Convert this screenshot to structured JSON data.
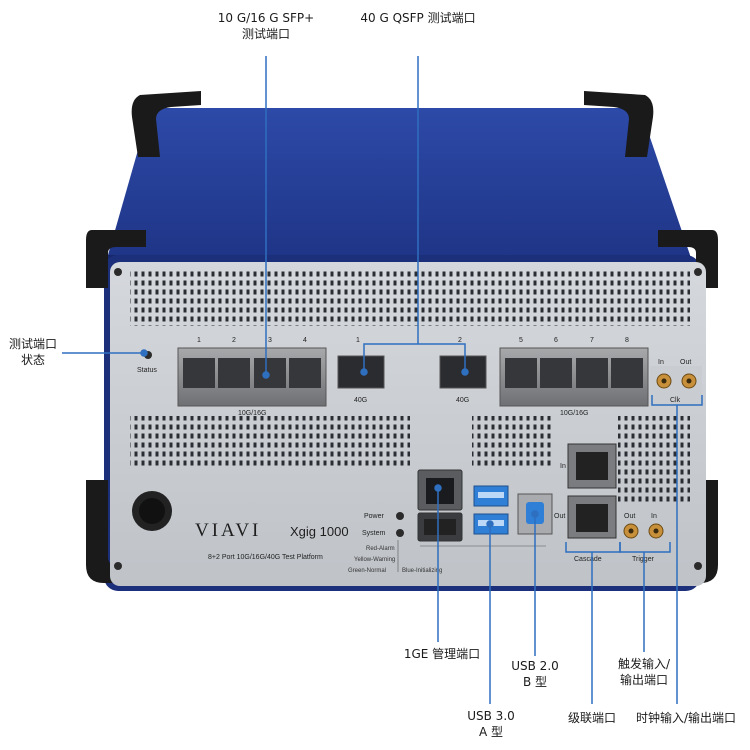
{
  "callouts": {
    "sfp": {
      "line1": "10 G/16 G SFP+",
      "line2": "测试端口"
    },
    "qsfp": {
      "line1": "40 G QSFP 测试端口"
    },
    "status": {
      "line1": "测试端口",
      "line2": "状态"
    },
    "mgmt": {
      "line1": "1GE 管理端口"
    },
    "usb3": {
      "line1": "USB 3.0",
      "line2": "A 型"
    },
    "usb2": {
      "line1": "USB 2.0",
      "line2": "B 型"
    },
    "cascade": {
      "line1": "级联端口"
    },
    "trigger": {
      "line1": "触发输入/",
      "line2": "输出端口"
    },
    "clock": {
      "line1": "时钟输入/输出端口"
    }
  },
  "panel": {
    "brand": "VIAVI",
    "model": "Xgig 1000",
    "subtitle": "8+2 Port 10G/16G/40G Test Platform",
    "status_label": "Status",
    "power_label": "Power",
    "system_label": "System",
    "led_legend": [
      "Red-Alarm",
      "Yellow-Warning",
      "Green-Normal",
      "Blue-Initializing"
    ],
    "sfp_left_speed": "10G/16G",
    "sfp_right_speed": "10G/16G",
    "qsfp_label_1": "40G",
    "qsfp_label_2": "40G",
    "port_numbers_left": [
      "1",
      "2",
      "3",
      "4"
    ],
    "port_numbers_right": [
      "5",
      "6",
      "7",
      "8"
    ],
    "qsfp_numbers": [
      "1",
      "2"
    ],
    "clk_in": "In",
    "clk_out": "Out",
    "clk_label": "Clk",
    "rj_in": "In",
    "rj_out": "Out",
    "cascade_label": "Cascade",
    "trig_out": "Out",
    "trig_in": "In",
    "trigger_label": "Trigger"
  },
  "colors": {
    "chassis_blue": "#27409a",
    "panel_silver": "#c9ccd0",
    "callout_line": "#2f6fbf",
    "bumper": "#1a1a1a",
    "usb3_blue": "#2f7fd6"
  }
}
